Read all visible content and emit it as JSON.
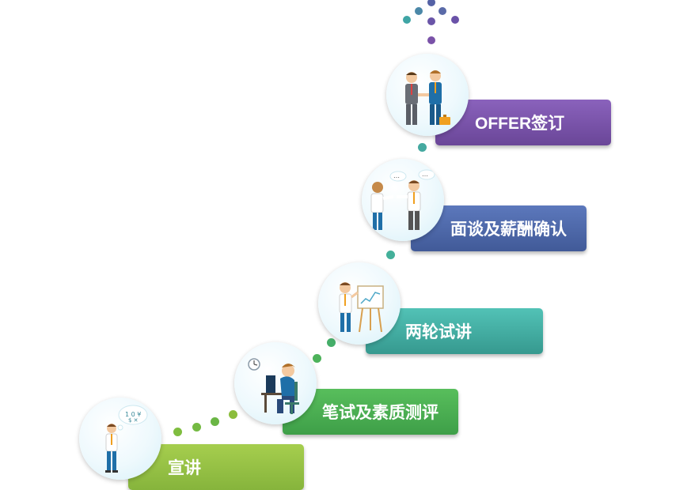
{
  "steps": [
    {
      "label": "宣讲",
      "color": "#8dbb3e",
      "icon": "presenter-thinking-icon"
    },
    {
      "label": "笔试及素质测评",
      "color": "#4caf50",
      "icon": "computer-test-icon"
    },
    {
      "label": "两轮试讲",
      "color": "#3aaa9e",
      "icon": "teaching-board-icon"
    },
    {
      "label": "面谈及薪酬确认",
      "color": "#4f68a8",
      "icon": "conversation-icon"
    },
    {
      "label": "OFFER签订",
      "color": "#7a52a8",
      "icon": "handshake-icon"
    }
  ]
}
